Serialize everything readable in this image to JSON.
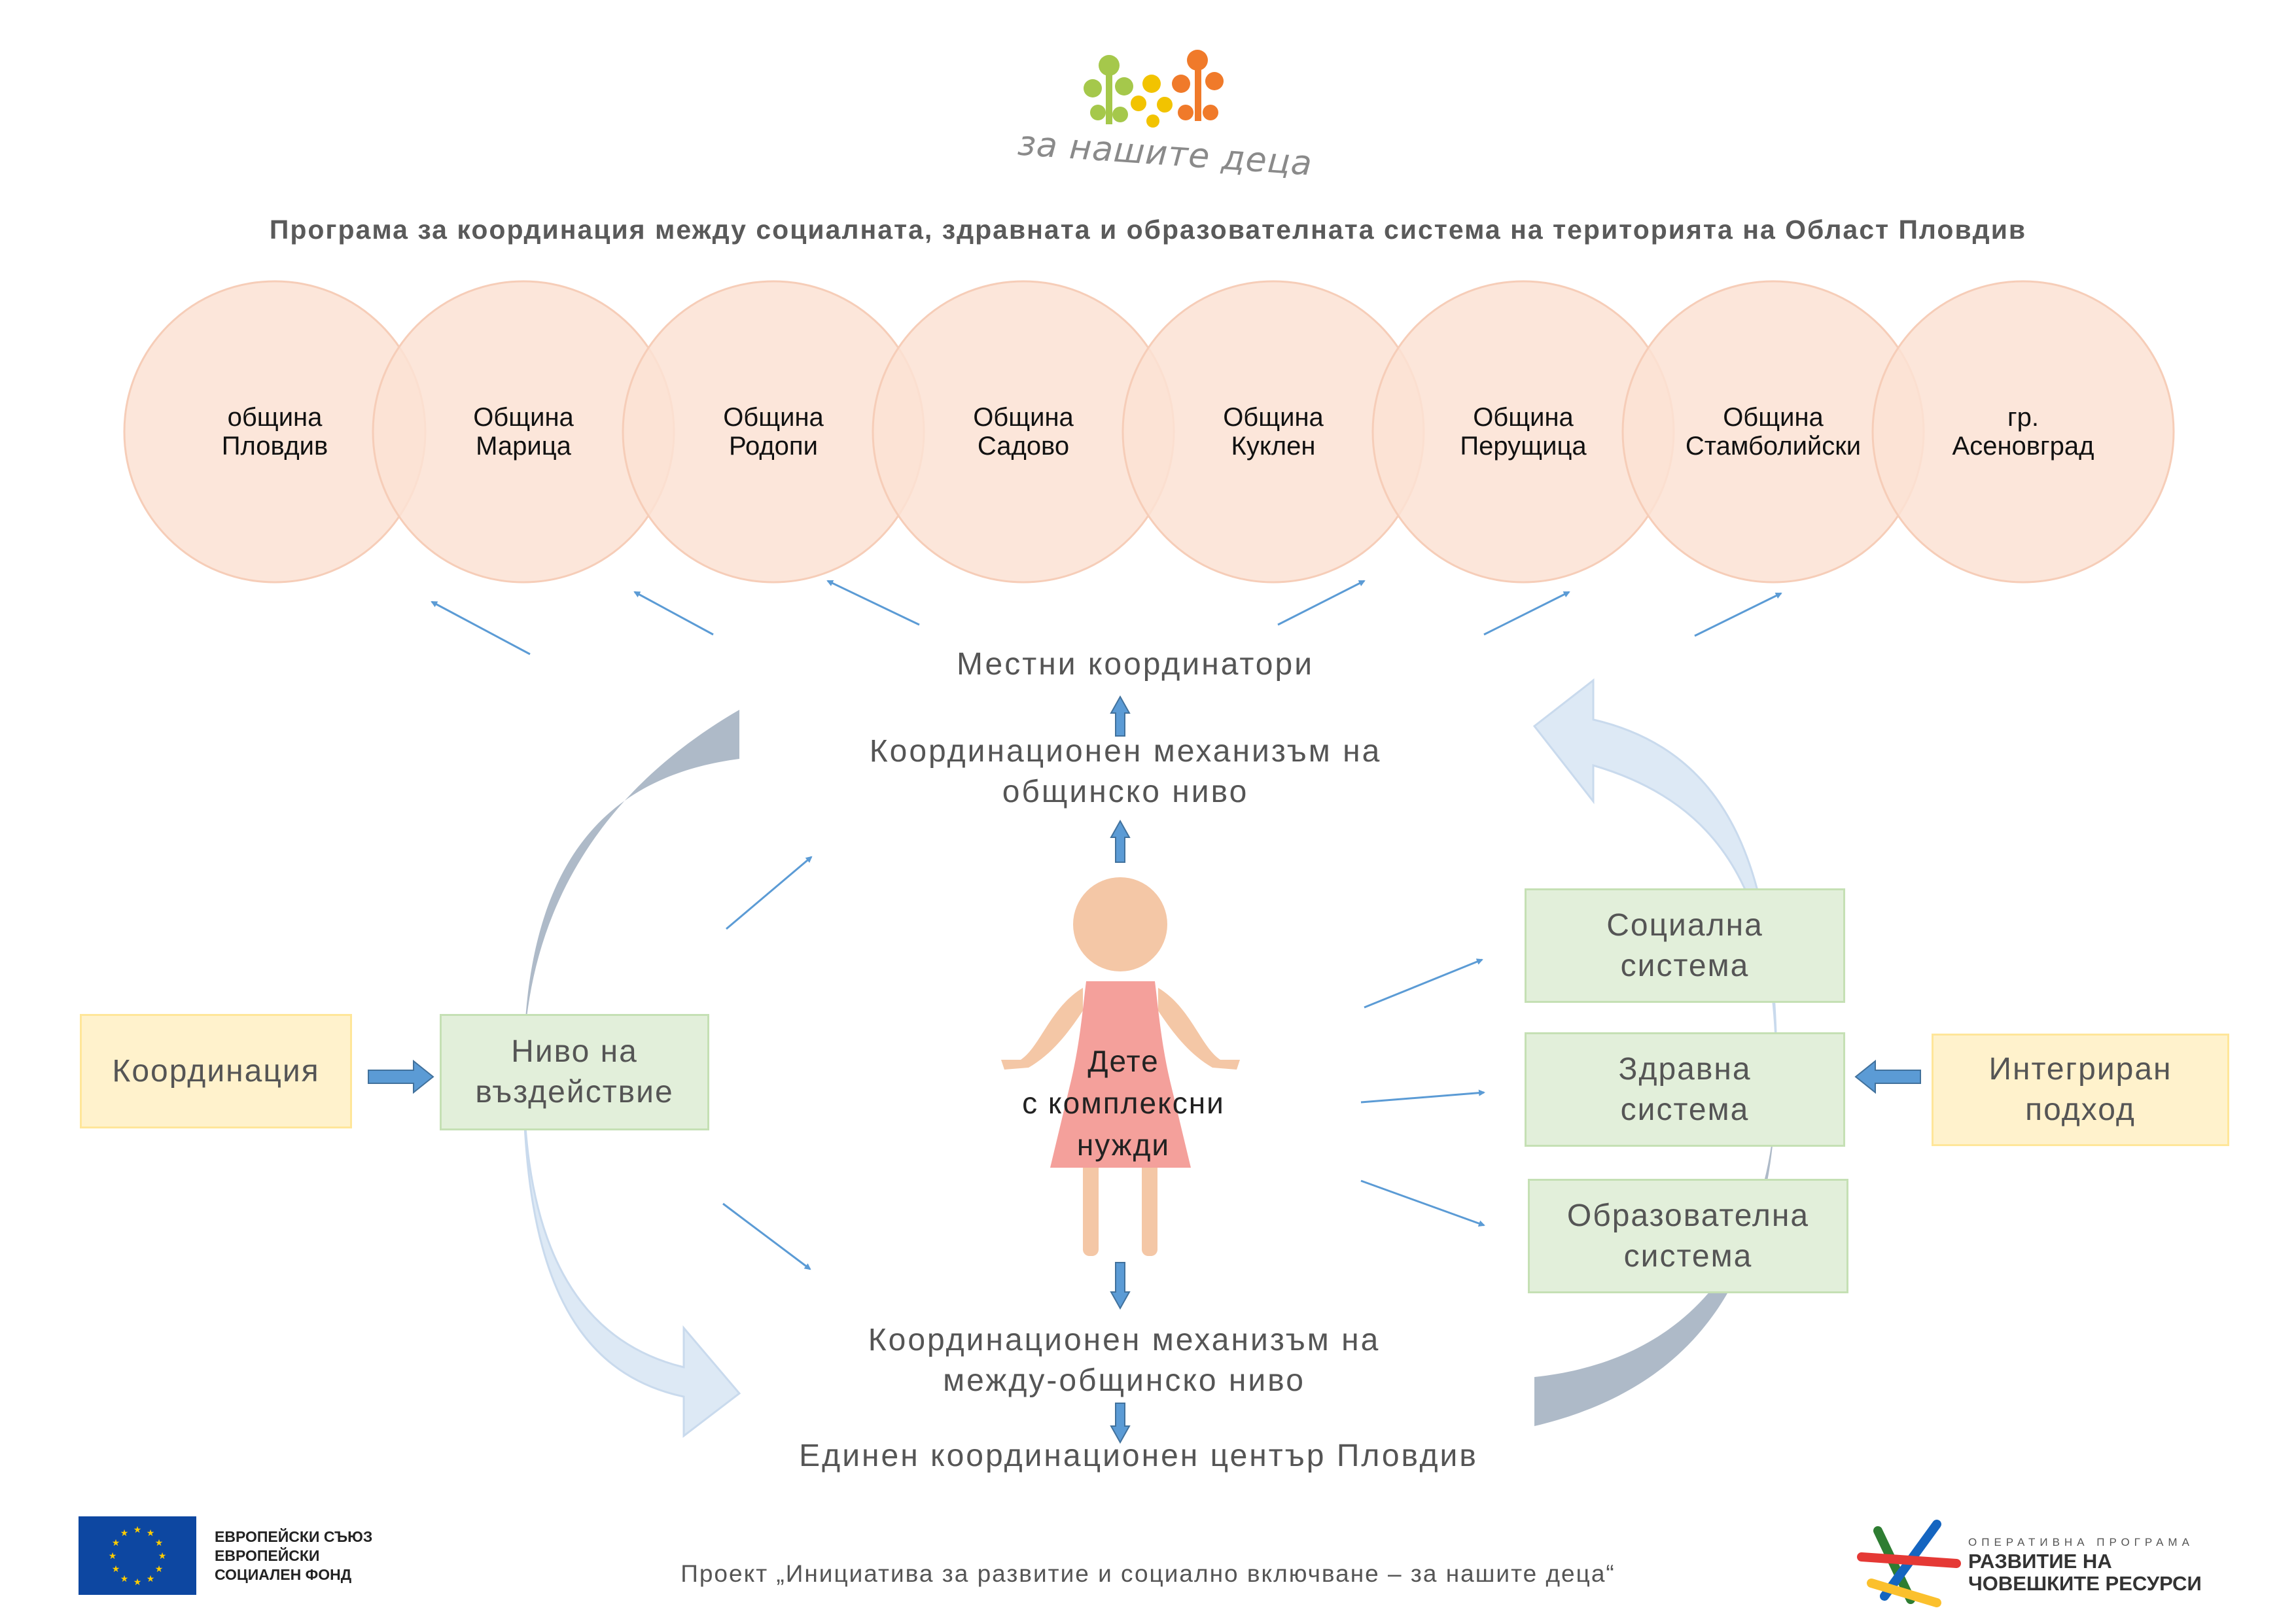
{
  "logo": {
    "text": "за нашите деца"
  },
  "title": "Програма за координация между социалната, здравната и образователната система на територията на Област Пловдив",
  "municipalities": [
    {
      "line1": "община",
      "line2": "Пловдив"
    },
    {
      "line1": "Община",
      "line2": "Марица"
    },
    {
      "line1": "Община",
      "line2": "Родопи"
    },
    {
      "line1": "Община",
      "line2": "Садово"
    },
    {
      "line1": "Община",
      "line2": "Куклен"
    },
    {
      "line1": "Община",
      "line2": "Перущица"
    },
    {
      "line1": "Община",
      "line2": "Стамболийски"
    },
    {
      "line1": "гр.",
      "line2": "Асеновград"
    }
  ],
  "flow": {
    "local_coordinators": "Местни координатори",
    "municipal_mechanism": {
      "line1": "Координационен механизъм на",
      "line2": "общинско ниво"
    },
    "intermunicipal_mechanism": {
      "line1": "Координационен механизъм на",
      "line2": "между-общинско ниво"
    },
    "center": "Единен координационен център Пловдив"
  },
  "child": {
    "line1": "Дете",
    "line2": "с комплексни",
    "line3": "нужди"
  },
  "left": {
    "coordination": "Координация",
    "impact_level": {
      "line1": "Ниво на",
      "line2": "въздействие"
    }
  },
  "systems": {
    "social": {
      "line1": "Социална",
      "line2": "система"
    },
    "health": {
      "line1": "Здравна",
      "line2": "система"
    },
    "education": {
      "line1": "Образователна",
      "line2": "система"
    }
  },
  "right": {
    "integrated": {
      "line1": "Интегриран",
      "line2": "подход"
    }
  },
  "footer": {
    "project": "Проект „Инициатива за развитие и социално включване – за нашите деца“",
    "eu": {
      "line1": "ЕВРОПЕЙСКИ СЪЮЗ",
      "line2": "ЕВРОПЕЙСКИ",
      "line3": "СОЦИАЛЕН ФОНД"
    },
    "op": {
      "line1": "ОПЕРАТИВНА ПРОГРАМА",
      "line2": "РАЗВИТИЕ НА",
      "line3": "ЧОВЕШКИТЕ РЕСУРСИ"
    }
  },
  "colors": {
    "circle_fill": "#fbe2d4",
    "circle_stroke": "#f6cdb8",
    "green_box": "#e2efda",
    "yellow_box": "#fff2cc",
    "arrow_blue": "#5b9bd5",
    "curve_dark": "#aebac8",
    "curve_light": "#dde9f5",
    "dress": "#f4a09b",
    "skin": "#f4c7a6"
  }
}
